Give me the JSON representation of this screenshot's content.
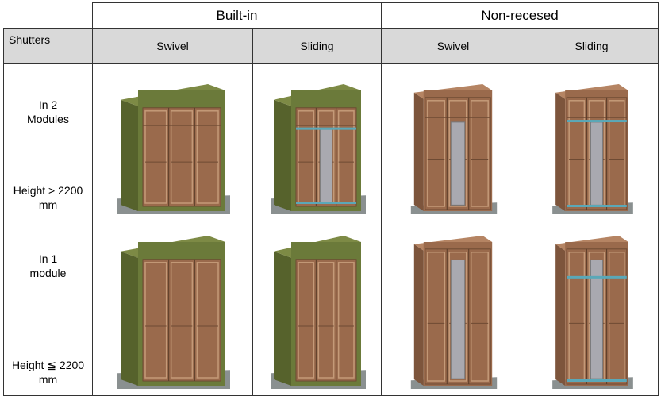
{
  "header": {
    "built_in": "Built-in",
    "non_recesed": "Non-recesed"
  },
  "subheader": {
    "shutters": "Shutters",
    "cols": [
      "Swivel",
      "Sliding",
      "Swivel",
      "Sliding"
    ]
  },
  "rows": [
    {
      "title": [
        "In 2",
        "Modules"
      ],
      "height": [
        "Height > 2200",
        "mm"
      ]
    },
    {
      "title": [
        "In 1",
        "module"
      ],
      "height": [
        "Height ≦ 2200",
        "mm"
      ]
    }
  ],
  "colors": {
    "frame_green": "#6b7a3a",
    "wood": "#9a6a4c",
    "floor": "#8a9090",
    "glass": "#a9a9b0",
    "accent_blue": "#5aa8b8"
  }
}
